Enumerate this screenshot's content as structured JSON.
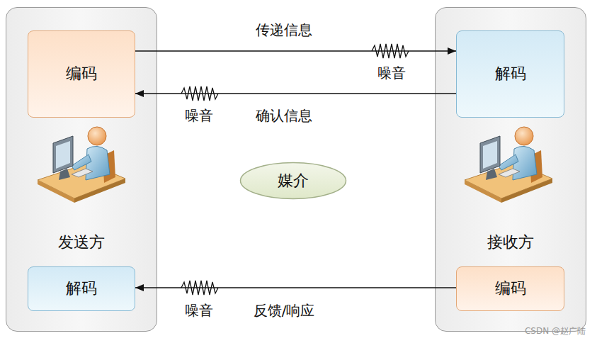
{
  "diagram": {
    "nodes": [
      {
        "text": [
          "发送方"
        ]
      },
      {
        "text": [
          "编码"
        ],
        "in": 0
      },
      {
        "text": [
          "解码"
        ],
        "in": 0
      },
      {
        "text": [
          "媒介"
        ]
      },
      {
        "text": [
          "接收方"
        ]
      },
      {
        "text": [
          "解码"
        ],
        "in": 4
      },
      {
        "text": [
          "编码"
        ],
        "in": 4
      }
    ],
    "edges": [
      {
        "from": 1,
        "to": 5,
        "label": "传递信息",
        "arrow": "to"
      },
      {
        "from": 5,
        "to": 1,
        "label": "确认信息",
        "arrow": "to"
      },
      {
        "from": 6,
        "to": 2,
        "label": "反馈/响应",
        "arrow": "to"
      }
    ],
    "labels": [
      "噪音",
      "噪音",
      "噪音",
      "CSDN @赵广陆"
    ]
  }
}
